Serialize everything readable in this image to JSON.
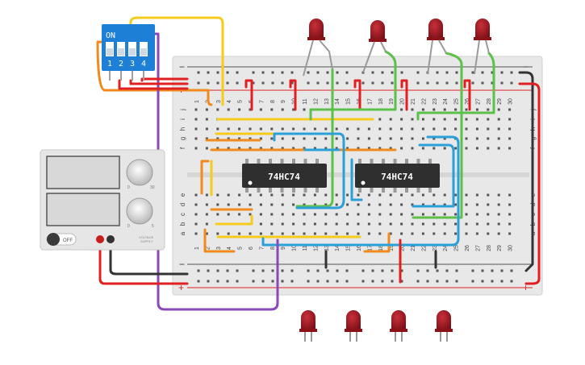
{
  "dip_switch": {
    "on_label": "ON",
    "positions": [
      "1",
      "2",
      "3",
      "4"
    ]
  },
  "chips": [
    {
      "label": "74HC74"
    },
    {
      "label": "74HC74"
    }
  ],
  "breadboard": {
    "rail_minus": "−",
    "rail_plus": "+",
    "columns": [
      "1",
      "2",
      "3",
      "4",
      "5",
      "6",
      "7",
      "8",
      "9",
      "10",
      "11",
      "12",
      "13",
      "14",
      "15",
      "16",
      "17",
      "18",
      "19",
      "20",
      "21",
      "22",
      "23",
      "24",
      "25",
      "26",
      "27",
      "28",
      "29",
      "30"
    ],
    "rows_top": [
      "j",
      "i",
      "h",
      "g",
      "f"
    ],
    "rows_bottom": [
      "e",
      "d",
      "c",
      "b",
      "a"
    ]
  },
  "power_supply": {
    "off_label": "OFF",
    "knob_min": "0",
    "knob_max_top": "30",
    "knob_max_bottom": "5",
    "side_label": [
      "VOLTAGE",
      "SUPPLY"
    ]
  },
  "colors": {
    "board": "#e9e9e9",
    "red_wire": "#e02020",
    "black_wire": "#333333",
    "orange_wire": "#f08a1c",
    "yellow_wire": "#f5cc1e",
    "green_wire": "#5cc04a",
    "blue_wire": "#2a9fd8",
    "purple_wire": "#8a48b8",
    "led": "#a01a22",
    "dip_body": "#1e7fd6"
  }
}
